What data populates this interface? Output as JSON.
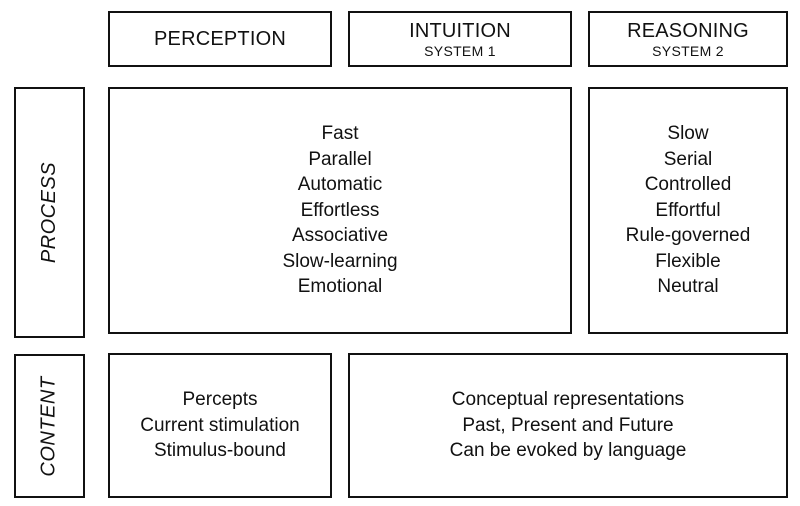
{
  "headers": {
    "perception": {
      "title": "PERCEPTION"
    },
    "intuition": {
      "title": "INTUITION",
      "subtitle": "SYSTEM 1"
    },
    "reasoning": {
      "title": "REASONING",
      "subtitle": "SYSTEM 2"
    }
  },
  "row_labels": {
    "process": "PROCESS",
    "content": "CONTENT"
  },
  "process": {
    "perception_intuition": [
      "Fast",
      "Parallel",
      "Automatic",
      "Effortless",
      "Associative",
      "Slow-learning",
      "Emotional"
    ],
    "reasoning": [
      "Slow",
      "Serial",
      "Controlled",
      "Effortful",
      "Rule-governed",
      "Flexible",
      "Neutral"
    ]
  },
  "content": {
    "perception": [
      "Percepts",
      "Current stimulation",
      "Stimulus-bound"
    ],
    "intuition_reasoning": [
      "Conceptual representations",
      "Past, Present and Future",
      "Can be evoked by language"
    ]
  }
}
